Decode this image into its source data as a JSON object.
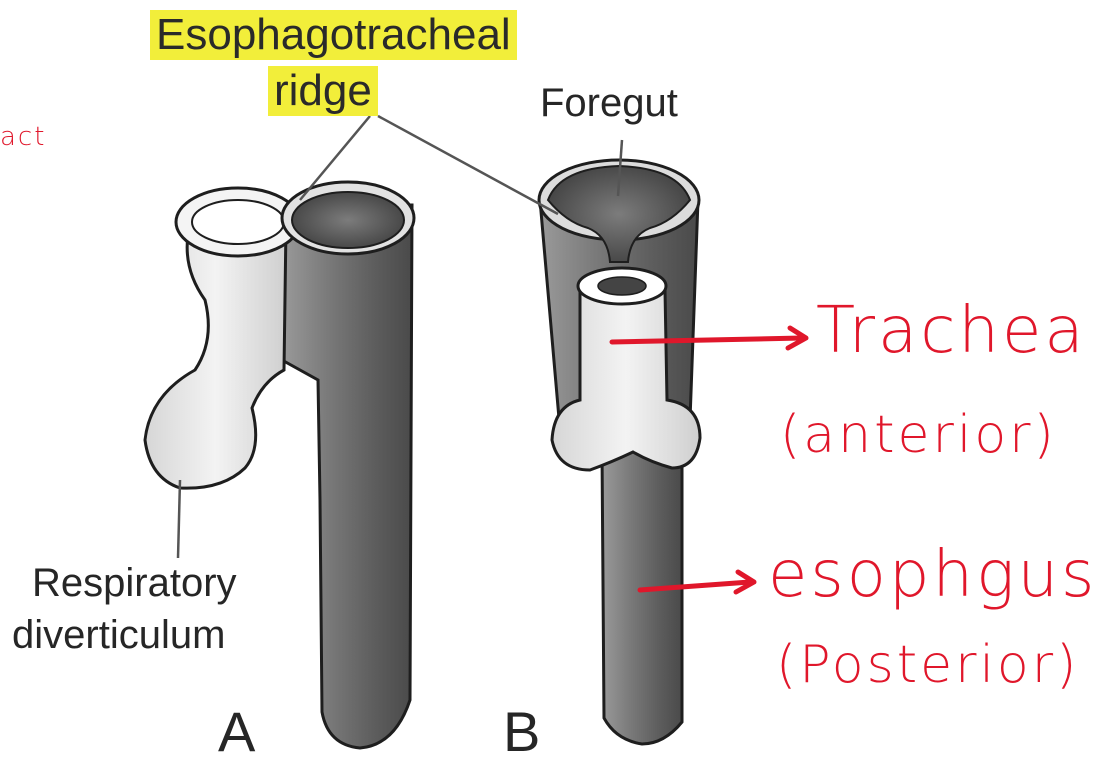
{
  "labels": {
    "ridge_line1": "Esophagotracheal",
    "ridge_line2": "ridge",
    "foregut": "Foregut",
    "respiratory_line1": "Respiratory",
    "respiratory_line2": "diverticulum",
    "panel_a": "A",
    "panel_b": "B"
  },
  "annotations": {
    "partial": "act",
    "trachea": "Trachea",
    "trachea_note": "(anterior)",
    "esophagus": "esophgus",
    "esophagus_note": "(Posterior)"
  },
  "colors": {
    "highlight": "#f2ee3a",
    "ink": "#e0172b",
    "tissue_dark": "#7a7a7a",
    "tissue_light": "#ececec"
  }
}
